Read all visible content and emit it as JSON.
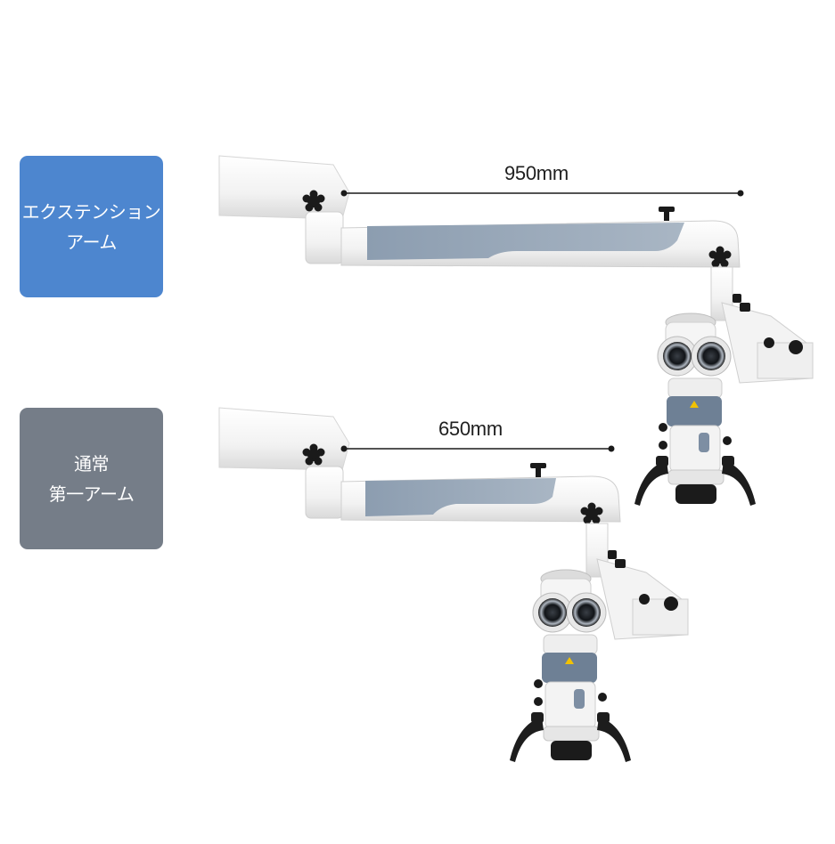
{
  "colors": {
    "extension_box": "#4d86cf",
    "standard_box": "#757d88",
    "arm_body": "#f4f4f4",
    "arm_panel": "#9aaabb",
    "microscope_accent": "#6e8095",
    "knob": "#1a1a1a"
  },
  "sections": [
    {
      "label_lines": [
        "エクステンション",
        "アーム"
      ],
      "length_label": "950mm"
    },
    {
      "label_lines": [
        "通常",
        "第一アーム"
      ],
      "length_label": "650mm"
    }
  ],
  "icons": [
    "microscope-icon",
    "knob-icon",
    "eyepiece-icon"
  ]
}
